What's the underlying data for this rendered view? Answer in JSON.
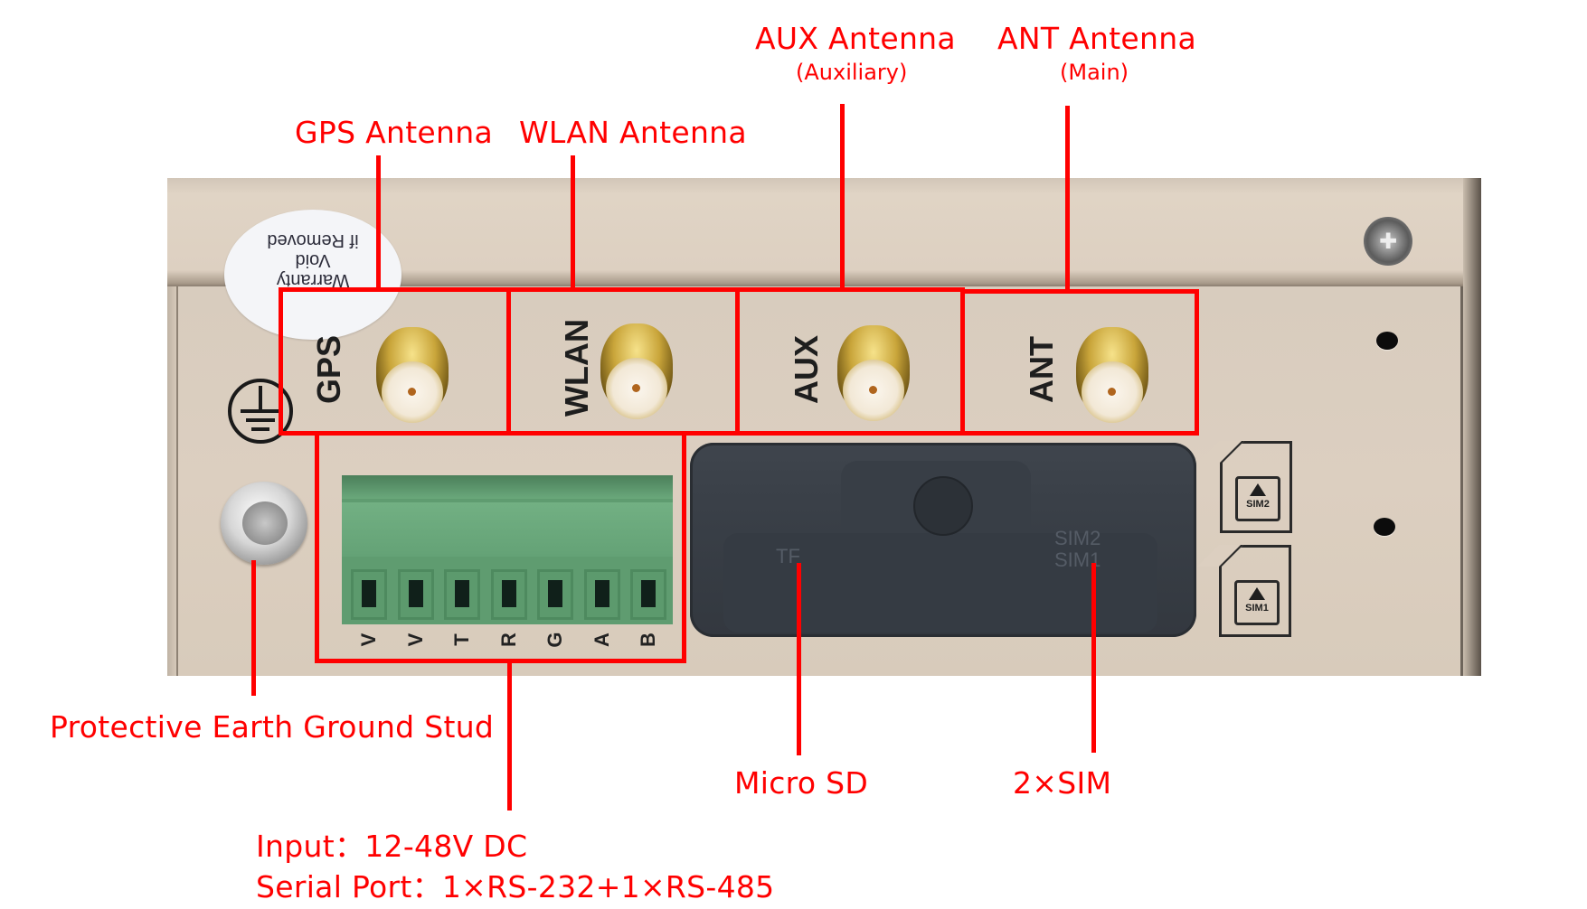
{
  "title": "Industrial 4G Router Front Panel Interfaces",
  "colors": {
    "callout": "#ff0000",
    "chassis": "#dccfc0",
    "terminal_block": "#64a276",
    "sd_cover": "#3a4048"
  },
  "callouts": {
    "gps": {
      "label": "GPS Antenna"
    },
    "wlan": {
      "label": "WLAN Antenna"
    },
    "aux": {
      "label": "AUX Antenna",
      "sublabel": "(Auxiliary)"
    },
    "ant": {
      "label": "ANT Antenna",
      "sublabel": "(Main)"
    },
    "earth": {
      "label": "Protective Earth Ground Stud"
    },
    "power_serial": {
      "line1": "Input：12-48V DC",
      "line2": "Serial Port：1×RS-232+1×RS-485"
    },
    "microsd": {
      "label": "Micro SD"
    },
    "sim": {
      "label": "2×SIM"
    }
  },
  "device": {
    "sticker_text": [
      "Warranty",
      "Void",
      "if Removed"
    ],
    "port_labels": {
      "gps": "GPS",
      "wlan": "WLAN",
      "aux": "AUX",
      "ant": "ANT"
    },
    "terminal_pins": [
      "V",
      "V",
      "T",
      "R",
      "G",
      "A",
      "B"
    ],
    "cover_marks": {
      "tf": "TF",
      "sim": "SIM2\nSIM1"
    },
    "sim_slots": [
      {
        "label": "SIM2"
      },
      {
        "label": "SIM1"
      }
    ],
    "icons": {
      "earth": "protective-earth-icon",
      "stud": "ground-stud-screw",
      "connector": "sma-connector",
      "sim_arrow": "triangle-up-icon"
    }
  }
}
